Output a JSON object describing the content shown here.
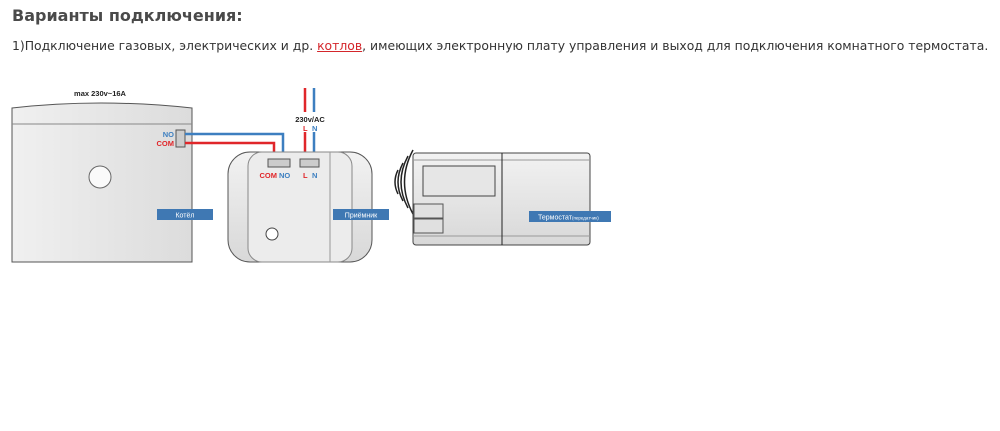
{
  "heading": "Варианты подключения:",
  "paragraph": {
    "prefix": "1)Подключение газовых, электрических и др. ",
    "link": "котлов",
    "suffix": ", имеющих электронную плату управления и выход  для подключения комнатного термостата."
  },
  "diagram": {
    "max_rating": "max 230v~16A",
    "power_label": "230v/AC",
    "boiler_no": "NO",
    "boiler_com": "COM",
    "recv_com": "COM",
    "recv_no": "NO",
    "top_l": "L",
    "top_n": "N",
    "bot_l": "L",
    "bot_n": "N",
    "boiler_tag": "Котёл",
    "receiver_tag": "Приёмник",
    "thermostat_tag": "Термостат",
    "thermostat_tag_small": "(передатчик)",
    "colors": {
      "red": "#e0262a",
      "blue": "#3d7fc0",
      "tag": "#3f78b3"
    }
  }
}
